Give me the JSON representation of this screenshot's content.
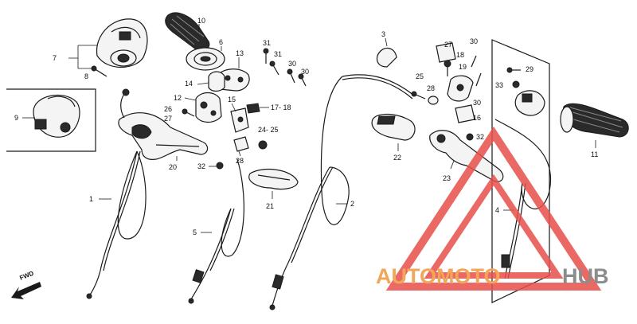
{
  "callouts": {
    "c1": "1",
    "c2": "2",
    "c3": "3",
    "c4": "4",
    "c5": "5",
    "c6": "6",
    "c7": "7",
    "c8": "8",
    "c9": "9",
    "c10": "10",
    "c11": "11",
    "c12": "12",
    "c13": "13",
    "c14": "14",
    "c15": "15",
    "c16": "16",
    "c17_18": "17- 18",
    "c18": "18",
    "c19": "19",
    "c20": "20",
    "c21": "21",
    "c22": "22",
    "c23": "23",
    "c24_25": "24- 25",
    "c25": "25",
    "c26": "26",
    "c27a": "27",
    "c27b": "27",
    "c28a": "28",
    "c28b": "28",
    "c29": "29",
    "c30a": "30",
    "c30b": "30",
    "c30c": "30",
    "c30d": "30",
    "c31a": "31",
    "c31b": "31",
    "c32a": "32",
    "c32b": "32",
    "c33": "33"
  },
  "direction_label": "FWD",
  "watermark": {
    "word_orange": "AUTOMOTO",
    "word_gray": "HUB",
    "color_orange": "#f2a65a",
    "color_gray": "#8c8c8c",
    "color_triangle": "#e8504a"
  }
}
